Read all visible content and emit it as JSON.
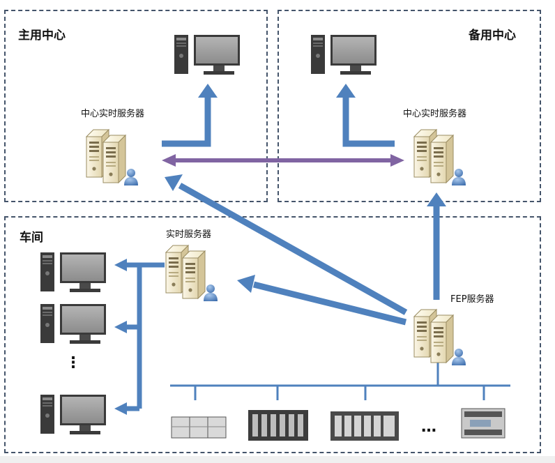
{
  "zones": {
    "primary": {
      "title": "主用中心"
    },
    "backup": {
      "title": "备用中心"
    },
    "workshop": {
      "title": "车间"
    }
  },
  "labels": {
    "primary_server": "中心实时服务器",
    "backup_server": "中心实时服务器",
    "workshop_server": "实时服务器",
    "fep_server": "FEP服务器"
  },
  "ellipsis": {
    "vertical": "⋮",
    "horizontal": "…"
  },
  "colors": {
    "arrow_blue": "#4f81bd",
    "arrow_purple": "#8064a2",
    "zone_border": "#44546a"
  }
}
